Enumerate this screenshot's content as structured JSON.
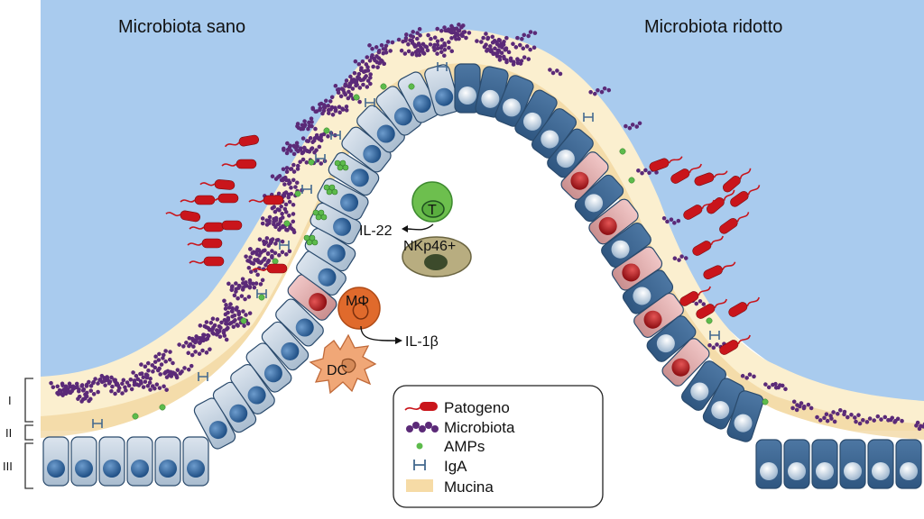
{
  "titles": {
    "left": "Microbiota sano",
    "right": "Microbiota ridotto"
  },
  "immune": {
    "t_cell": "T",
    "nk_cell": "NKp46+",
    "il22": "IL-22",
    "macrophage": "MΦ",
    "il1b": "IL-1β",
    "dc": "DC"
  },
  "layers": [
    "I",
    "II",
    "III"
  ],
  "legend": {
    "items": [
      {
        "key": "pathogen",
        "label": "Patogeno"
      },
      {
        "key": "microbiota",
        "label": "Microbiota"
      },
      {
        "key": "amps",
        "label": "AMPs"
      },
      {
        "key": "iga",
        "label": "IgA"
      },
      {
        "key": "mucin",
        "label": "Mucina"
      }
    ]
  },
  "colors": {
    "lumen": "#a9cbee",
    "mucus": "#fbefcf",
    "mucus_inner": "#f3d9a4",
    "cell_light": "#c5d3e1",
    "cell_dark": "#3e6690",
    "cell_red": "#d8a4a4",
    "nucleus": "#2c5c8f",
    "pathogen": "#c9151b",
    "microbiota": "#5b2a78",
    "amp": "#5dbb4c",
    "iga": "#44698f",
    "macrophage": "#e06a2c",
    "dc": "#f0a777",
    "t_cell": "#6dbf4e",
    "nk_cell": "#b8ad80"
  }
}
